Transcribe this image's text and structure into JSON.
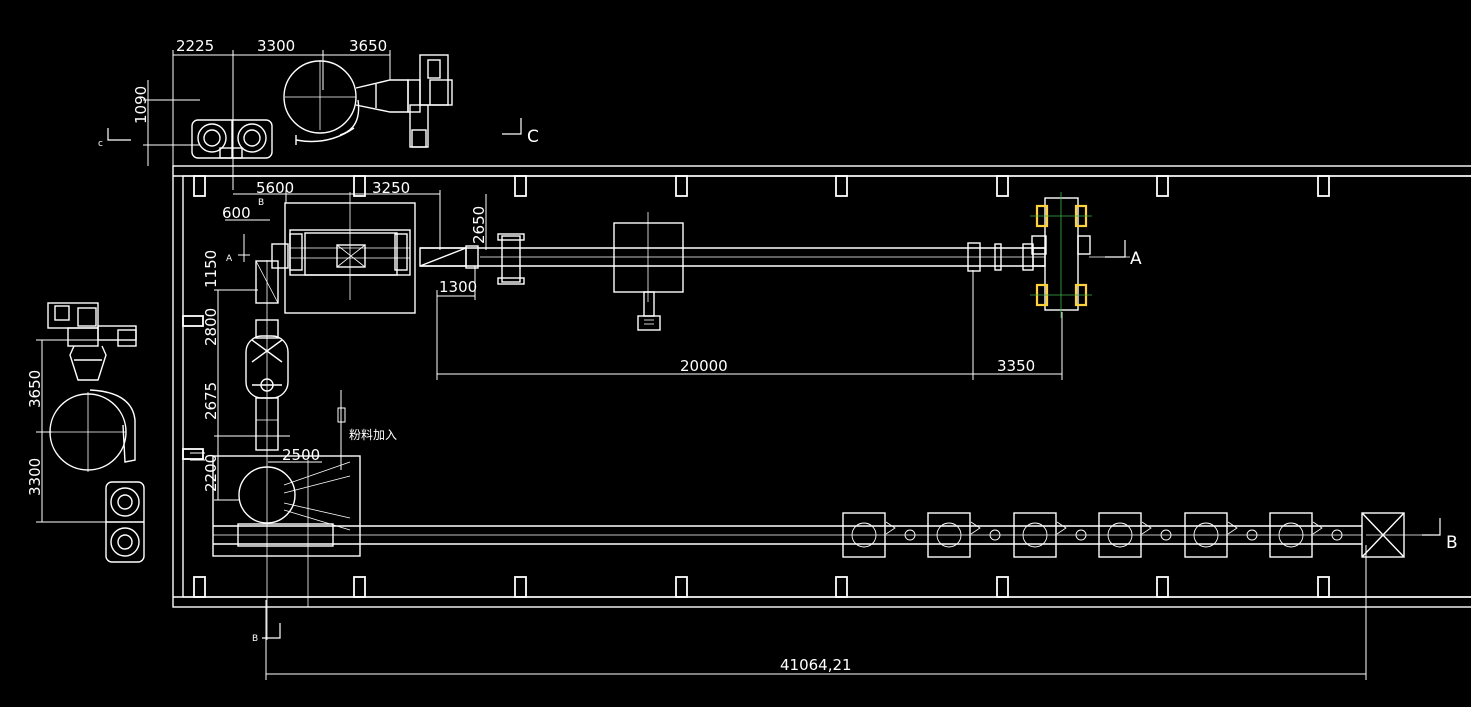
{
  "dimensions": {
    "top": [
      "2225",
      "3300",
      "3650"
    ],
    "top_height": "1090",
    "left_vertical": [
      "3650",
      "3300"
    ],
    "frame_top": [
      "5600",
      "3250"
    ],
    "d600": "600",
    "d1150": "1150",
    "d2800": "2800",
    "d2675": "2675",
    "d2200": "2200",
    "d2650": "2650",
    "d1300": "1300",
    "d20000": "20000",
    "d3350": "3350",
    "d2500": "2500",
    "total": "41064,21"
  },
  "section_labels": {
    "c_large": "C",
    "c_small": "c",
    "a_large": "A",
    "a_small": "A",
    "b_large": "B",
    "b_small": "B",
    "b_top_small": "B"
  },
  "annotation_powder": "粉料加入",
  "colors": {
    "line": "#ffffff",
    "accent": "#ffd23c",
    "center_line": "#3fb24a",
    "background": "#000000"
  }
}
